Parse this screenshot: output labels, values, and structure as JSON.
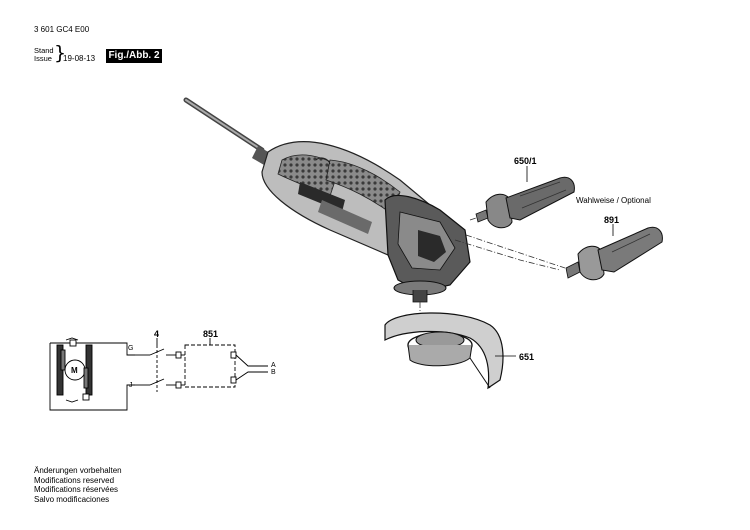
{
  "header": {
    "part_number": "3 601 GC4 E00",
    "stand_label": "Stand",
    "issue_label": "Issue",
    "brace": "}",
    "date": "19-08-13",
    "figure_label": "Fig./Abb. 2"
  },
  "callouts": {
    "handle_650_1": "650/1",
    "optional_note": "Wahlweise / Optional",
    "handle_891": "891",
    "guard_651": "651",
    "switch_4": "4",
    "module_851": "851",
    "terminal_g": "G",
    "terminal_j": "J",
    "terminal_a": "A",
    "terminal_b": "B",
    "motor_m": "M"
  },
  "footer_notes": [
    "Änderungen vorbehalten",
    "Modifications reserved",
    "Modifications réservées",
    "Salvo modificaciones"
  ]
}
